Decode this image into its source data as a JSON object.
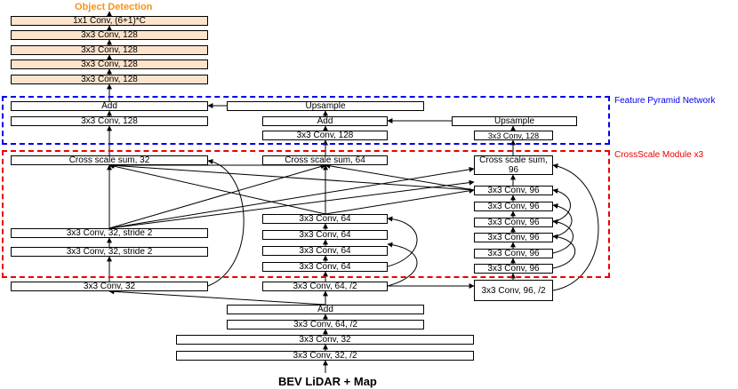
{
  "title_top": "Object Detection",
  "title_bottom": "BEV LiDAR + Map",
  "regions": {
    "fpn": {
      "label": "Feature Pyramid Network",
      "color": "#0000ee"
    },
    "crossscale": {
      "label": "CrossScale Module x3",
      "color": "#ee0000"
    }
  },
  "colors": {
    "head_fill": "#fbe3cc",
    "title_orange": "#f5931e"
  },
  "blocks": {
    "head_out": "1x1 Conv, (6+1)*C",
    "head_c4": "3x3 Conv, 128",
    "head_c3": "3x3 Conv, 128",
    "head_c2": "3x3 Conv, 128",
    "head_c1": "3x3 Conv, 128",
    "fpn_add1": "Add",
    "fpn_up1": "Upsample",
    "fpn_lat1": "3x3 Conv, 128",
    "fpn_add2": "Add",
    "fpn_up2": "Upsample",
    "fpn_lat2": "3x3 Conv, 128",
    "fpn_lat3": "3x3 Conv, 128",
    "cs_sum1": "Cross scale sum, 32",
    "cs_sum2": "Cross scale sum, 64",
    "cs_sum3": "Cross scale sum, 96",
    "b1_c2": "3x3 Conv, 32, stride 2",
    "b1_c1": "3x3 Conv, 32, stride 2",
    "b2_c4": "3x3 Conv, 64",
    "b2_c3": "3x3 Conv, 64",
    "b2_c2": "3x3 Conv, 64",
    "b2_c1": "3x3 Conv, 64",
    "b3_c6": "3x3 Conv, 96",
    "b3_c5": "3x3 Conv, 96",
    "b3_c4": "3x3 Conv, 96",
    "b3_c3": "3x3 Conv, 96",
    "b3_c2": "3x3 Conv, 96",
    "b3_c1": "3x3 Conv, 96",
    "s1_conv": "3x3 Conv, 32",
    "s2_conv": "3x3 Conv, 64, /2",
    "s3_conv": "3x3 Conv, 96, /2",
    "stem_add": "Add",
    "stem_c3": "3x3 Conv, 64, /2",
    "stem_c2": "3x3 Conv, 32",
    "stem_c1": "3x3 Conv, 32, /2"
  }
}
